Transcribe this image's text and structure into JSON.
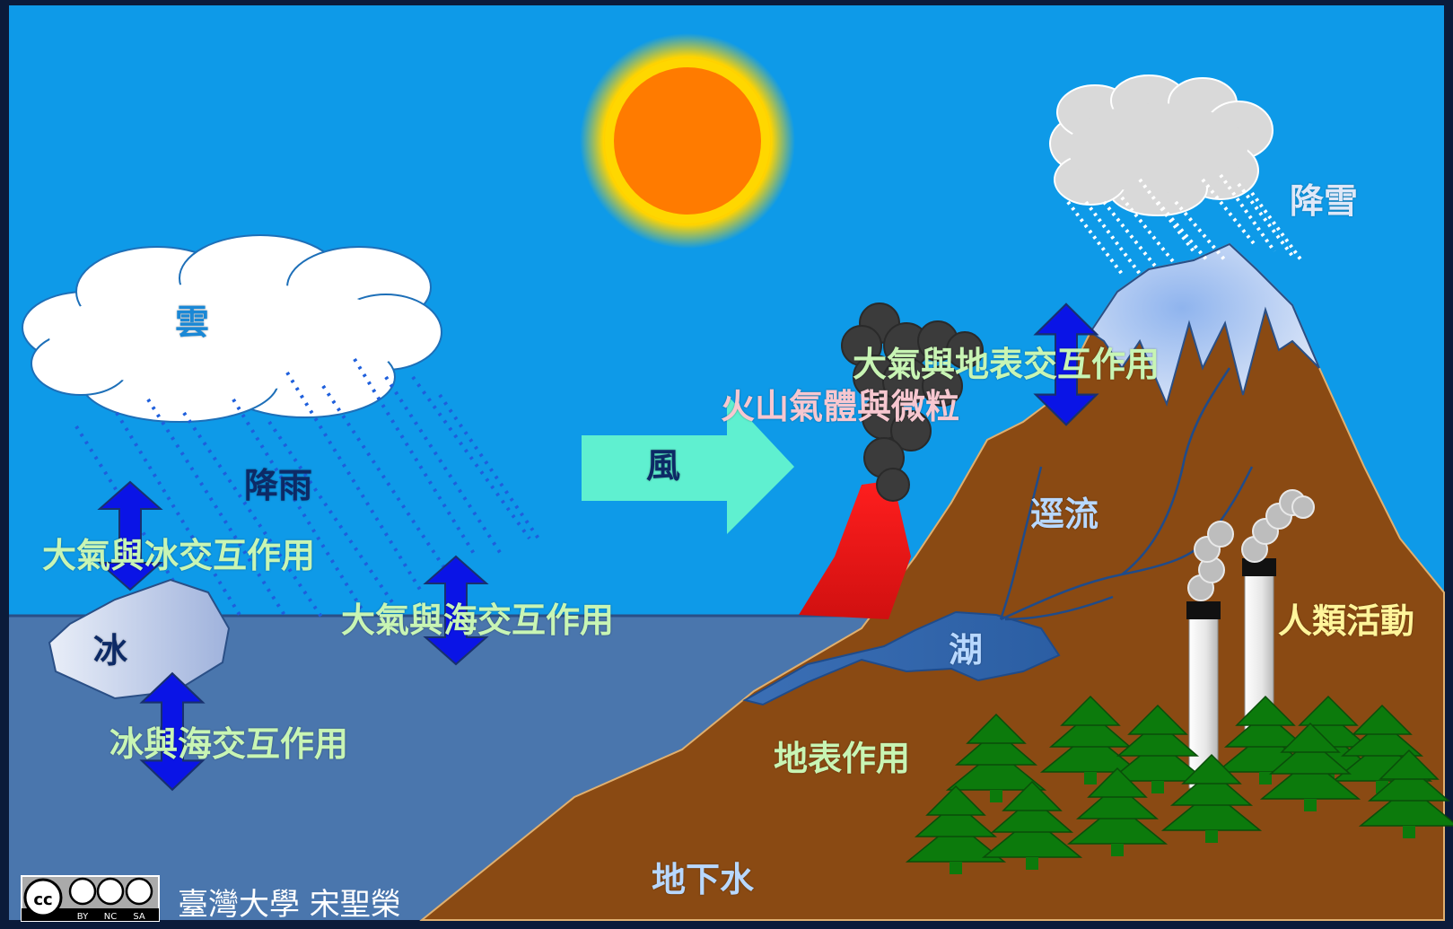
{
  "labels": {
    "cloud": "雲",
    "rain": "降雨",
    "atmosphere_ice": "大氣與冰交互作用",
    "ice": "冰",
    "ice_ocean": "冰與海交互作用",
    "atmosphere_ocean": "大氣與海交互作用",
    "wind": "風",
    "volcanic": "火山氣體與微粒",
    "atmosphere_land": "大氣與地表交互作用",
    "snowfall": "降雪",
    "runoff": "逕流",
    "lake": "湖",
    "human_activity": "人類活動",
    "surface_processes": "地表作用",
    "groundwater": "地下水"
  },
  "credit": {
    "author": "臺灣大學 宋聖榮",
    "license_badges": [
      "BY",
      "NC",
      "SA"
    ]
  },
  "colors": {
    "sky": "#0e9ae8",
    "ocean": "#4a76ad",
    "land": "#8a4a13",
    "arrow_vertical": "#0a14e6",
    "wind_arrow": "#5ff0d0",
    "sun": "#ff7a00",
    "tree": "#0c7a0c",
    "label_green": "#c8f5b4",
    "label_pink": "#f7c7d0",
    "label_dark": "#0d2a66",
    "label_light_blue": "#b8d8ff",
    "label_yellow": "#fff59a"
  }
}
